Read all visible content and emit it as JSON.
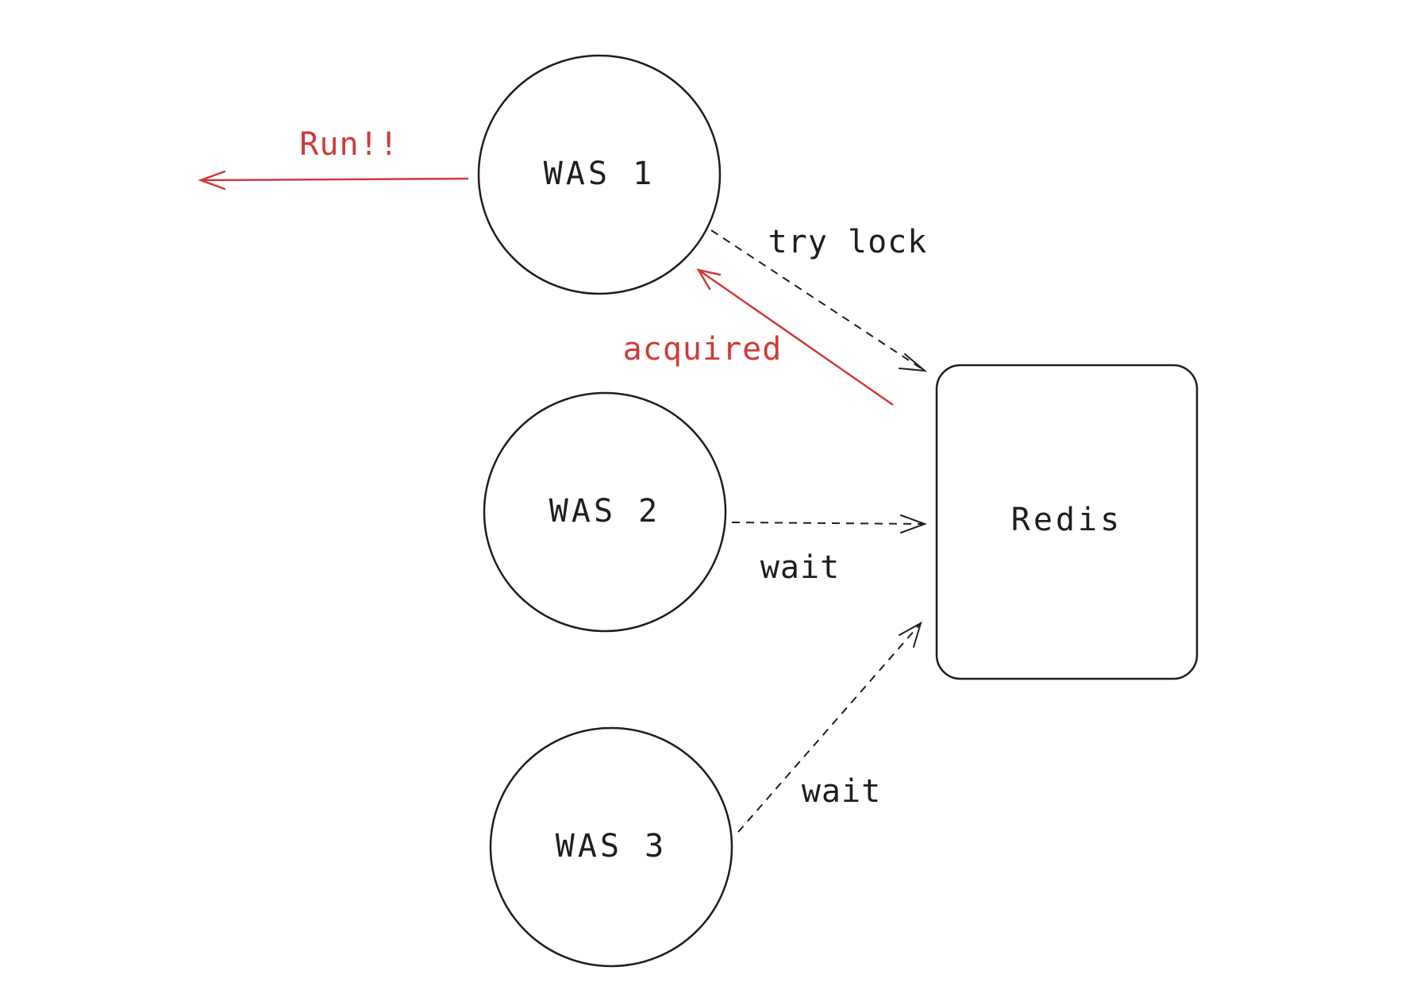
{
  "nodes": {
    "was1": {
      "label": "WAS 1"
    },
    "was2": {
      "label": "WAS 2"
    },
    "was3": {
      "label": "WAS 3"
    },
    "redis": {
      "label": "Redis"
    }
  },
  "edges": {
    "run": {
      "label": "Run!!"
    },
    "try_lock": {
      "label": "try lock"
    },
    "acquired": {
      "label": "acquired"
    },
    "wait_was2": {
      "label": "wait"
    },
    "wait_was3": {
      "label": "wait"
    }
  },
  "colors": {
    "ink": "#1e1e1e",
    "accent_red": "#d03a3a",
    "background": "#ffffff"
  }
}
